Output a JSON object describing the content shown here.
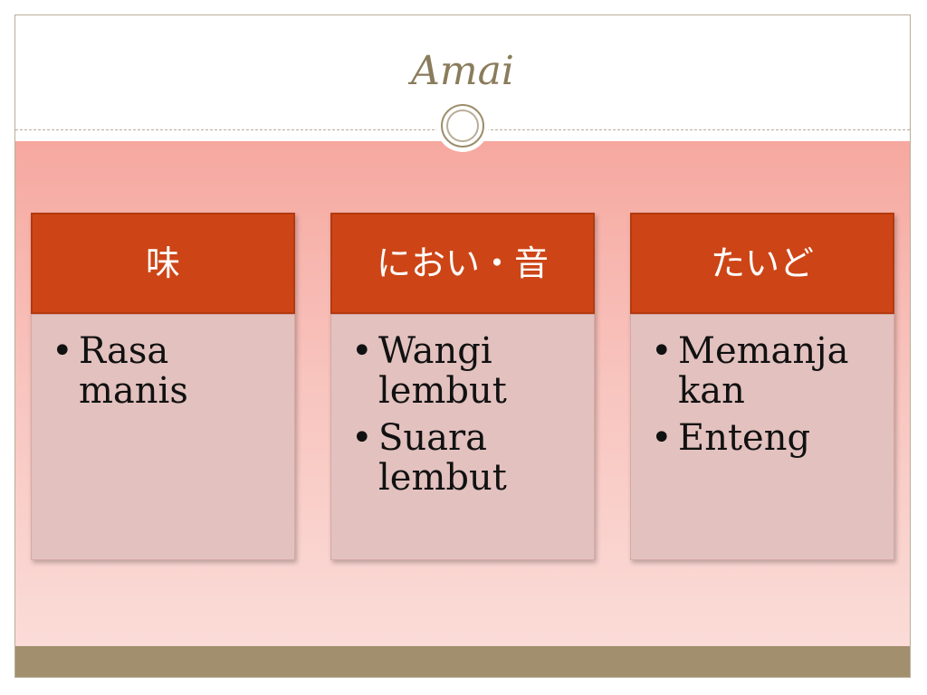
{
  "slide": {
    "title": "Amai"
  },
  "columns": [
    {
      "header": "味",
      "items": [
        "Rasa manis"
      ]
    },
    {
      "header": "におい・音",
      "items": [
        "Wangi lembut",
        "Suara lembut"
      ]
    },
    {
      "header": "たいど",
      "items": [
        "Memanja kan",
        "Enteng"
      ]
    }
  ],
  "colors": {
    "title_text": "#8a7c5c",
    "header_fill": "#cd4516",
    "body_fill": "#e2c1be",
    "background_top": "#f6a89f",
    "background_bottom": "#fbdcd8",
    "footer_bar": "#a28f6d"
  },
  "icons": {
    "ornament": "double-ring-ornament-icon",
    "bullet": "bullet-dot-icon"
  }
}
